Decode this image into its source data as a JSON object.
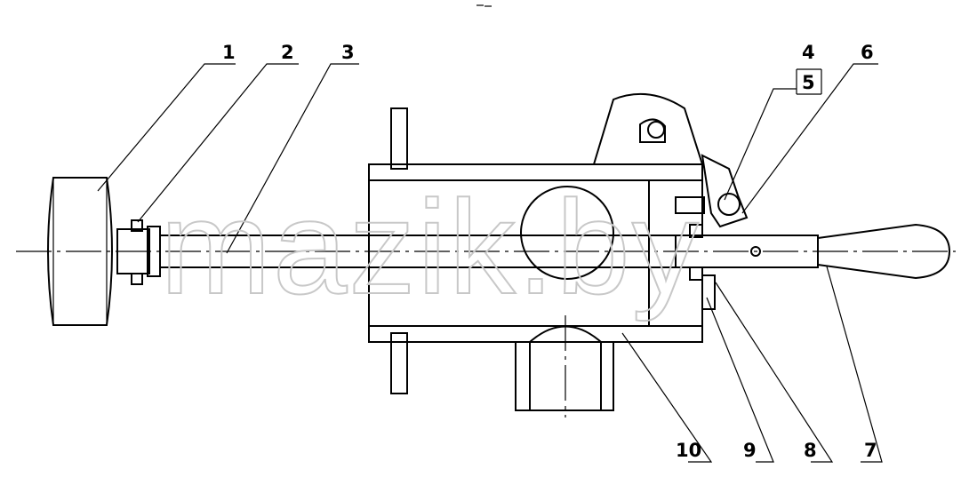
{
  "callouts": [
    "1",
    "2",
    "3",
    "4",
    "5",
    "6",
    "7",
    "8",
    "9",
    "10"
  ],
  "watermark": "mazik.by"
}
